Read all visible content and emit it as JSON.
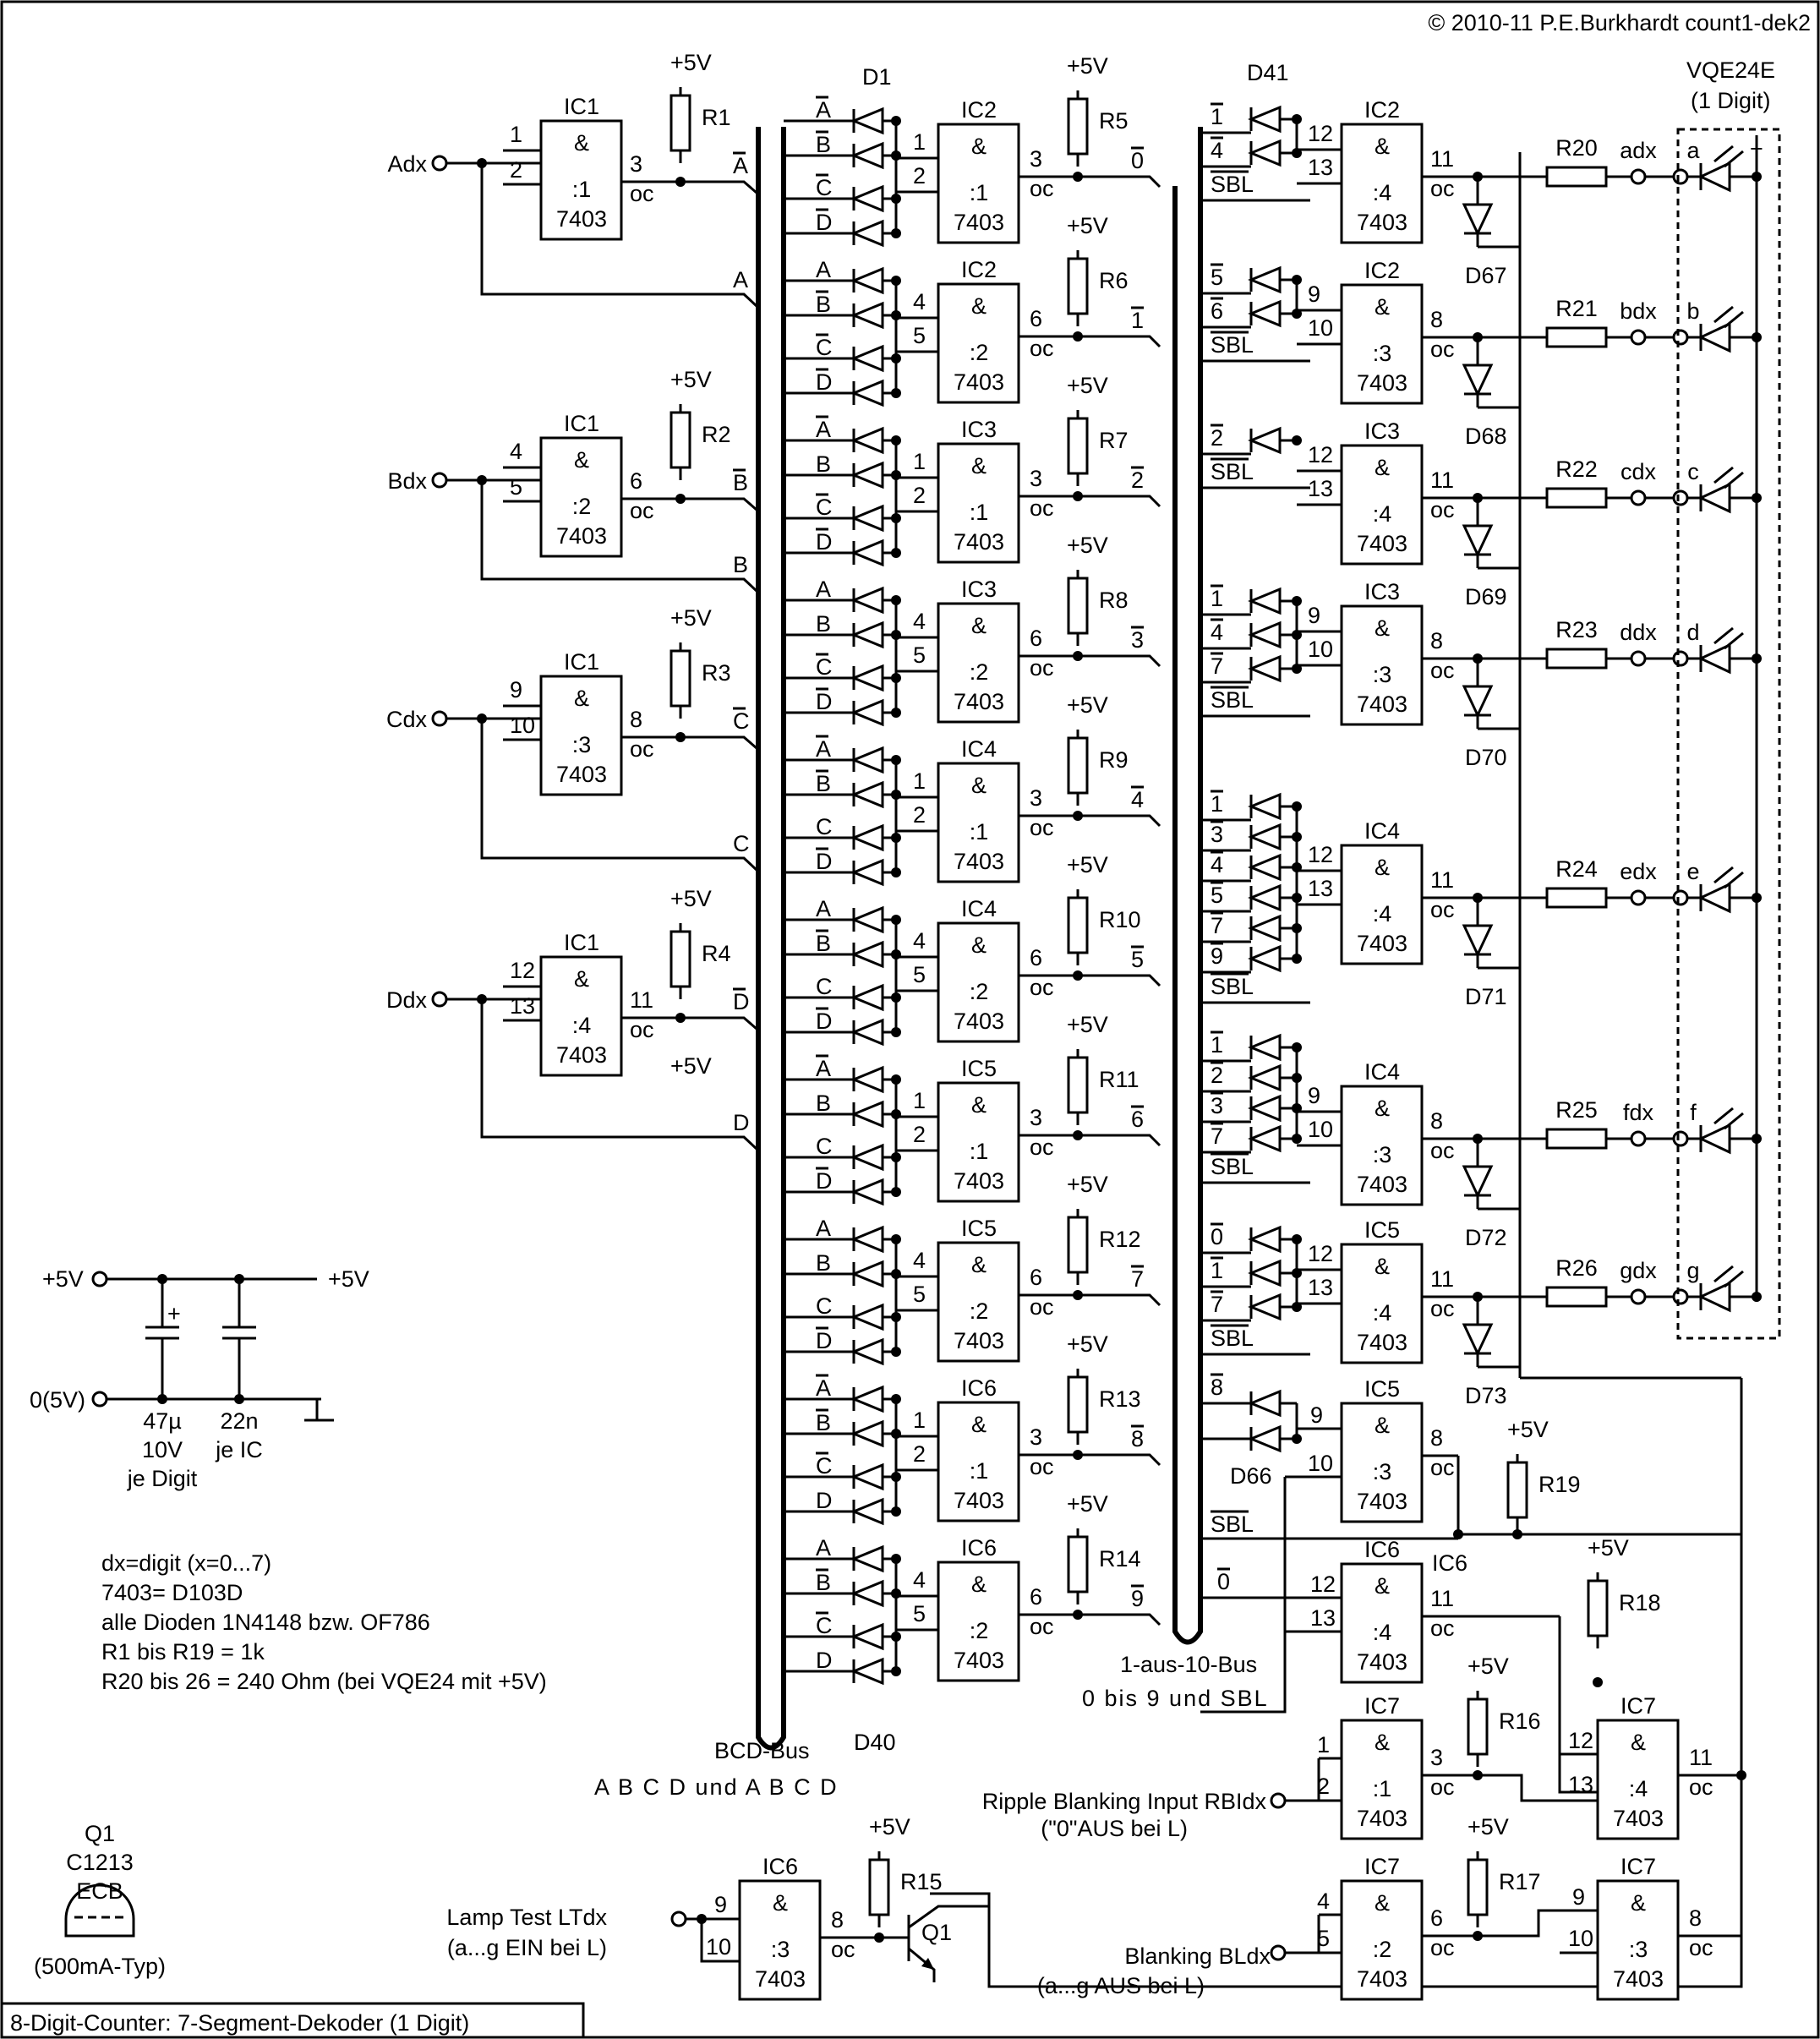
{
  "copyright": "© 2010-11 P.E.Burkhardt count1-dek2",
  "footer_title": "8-Digit-Counter: 7-Segment-Dekoder (1 Digit)",
  "inputs": {
    "adx": "Adx",
    "bdx": "Bdx",
    "cdx": "Cdx",
    "ddx": "Ddx",
    "ripple_blanking": "Ripple Blanking Input RBIdx",
    "ripple_note": "(\"0\"AUS bei L)",
    "lamp_test": "Lamp Test LTdx",
    "lamp_note": "(a...g EIN bei L)",
    "blanking": "Blanking BLdx",
    "blanking_note": "(a...g AUS bei L)"
  },
  "supply": {
    "vcc_left": "+5V",
    "vcc_right": "+5V",
    "gnd": "0(5V)",
    "plus": "+"
  },
  "capacitors": {
    "c1_value": "47µ",
    "c1_voltage": "10V",
    "c1_note": "je Digit",
    "c2_value": "22n",
    "c2_note": "je IC"
  },
  "notes": [
    "dx=digit (x=0...7)",
    "7403= D103D",
    "alle Dioden 1N4148 bzw. OF786",
    "R1 bis R19 = 1k",
    "R20 bis 26 = 240 Ohm (bei VQE24 mit +5V)"
  ],
  "transistor": {
    "name": "Q1",
    "type": "C1213",
    "pinout": "ECB",
    "rating": "(500mA-Typ)"
  },
  "display": {
    "name": "VQE24E",
    "note": "(1 Digit)"
  },
  "buses": {
    "bcd_label": "BCD-Bus",
    "bcd_lines_a": "A B C D  und  A B C D",
    "onehot_label": "1-aus-10-Bus",
    "onehot_lines": "0  bis  9  und  SBL"
  },
  "common": {
    "vcc": "+5V",
    "and": "&",
    "oc": "oc",
    "type": "7403"
  },
  "input_gates": [
    {
      "ic": "IC1",
      "div": ":1",
      "in1": "1",
      "in2": "2",
      "out": "3",
      "res": "R1",
      "bus": "A",
      "neg": "A"
    },
    {
      "ic": "IC1",
      "div": ":2",
      "in1": "4",
      "in2": "5",
      "out": "6",
      "res": "R2",
      "bus": "B",
      "neg": "B"
    },
    {
      "ic": "IC1",
      "div": ":3",
      "in1": "9",
      "in2": "10",
      "out": "8",
      "res": "R3",
      "bus": "C",
      "neg": "C"
    },
    {
      "ic": "IC1",
      "div": ":4",
      "in1": "12",
      "in2": "13",
      "out": "11",
      "res": "R4",
      "bus": "D",
      "neg": "D"
    }
  ],
  "decoder_gates": [
    {
      "ic": "IC2",
      "div": ":1",
      "in1": "1",
      "in2": "2",
      "out": "3",
      "res": "R5",
      "digit": "0",
      "lines": [
        "A",
        "B",
        "C",
        "D"
      ],
      "neg": [
        true,
        true,
        true,
        true
      ]
    },
    {
      "ic": "IC2",
      "div": ":2",
      "in1": "4",
      "in2": "5",
      "out": "6",
      "res": "R6",
      "digit": "1",
      "lines": [
        "A",
        "B",
        "C",
        "D"
      ],
      "neg": [
        false,
        true,
        true,
        true
      ]
    },
    {
      "ic": "IC3",
      "div": ":1",
      "in1": "1",
      "in2": "2",
      "out": "3",
      "res": "R7",
      "digit": "2",
      "lines": [
        "A",
        "B",
        "C",
        "D"
      ],
      "neg": [
        true,
        false,
        true,
        true
      ]
    },
    {
      "ic": "IC3",
      "div": ":2",
      "in1": "4",
      "in2": "5",
      "out": "6",
      "res": "R8",
      "digit": "3",
      "lines": [
        "A",
        "B",
        "C",
        "D"
      ],
      "neg": [
        false,
        false,
        true,
        true
      ]
    },
    {
      "ic": "IC4",
      "div": ":1",
      "in1": "1",
      "in2": "2",
      "out": "3",
      "res": "R9",
      "digit": "4",
      "lines": [
        "A",
        "B",
        "C",
        "D"
      ],
      "neg": [
        true,
        true,
        false,
        true
      ]
    },
    {
      "ic": "IC4",
      "div": ":2",
      "in1": "4",
      "in2": "5",
      "out": "6",
      "res": "R10",
      "digit": "5",
      "lines": [
        "A",
        "B",
        "C",
        "D"
      ],
      "neg": [
        false,
        true,
        false,
        true
      ]
    },
    {
      "ic": "IC5",
      "div": ":1",
      "in1": "1",
      "in2": "2",
      "out": "3",
      "res": "R11",
      "digit": "6",
      "lines": [
        "A",
        "B",
        "C",
        "D"
      ],
      "neg": [
        true,
        false,
        false,
        true
      ]
    },
    {
      "ic": "IC5",
      "div": ":2",
      "in1": "4",
      "in2": "5",
      "out": "6",
      "res": "R12",
      "digit": "7",
      "lines": [
        "A",
        "B",
        "C",
        "D"
      ],
      "neg": [
        false,
        false,
        false,
        true
      ]
    },
    {
      "ic": "IC6",
      "div": ":1",
      "in1": "1",
      "in2": "2",
      "out": "3",
      "res": "R13",
      "digit": "8",
      "lines": [
        "A",
        "B",
        "C",
        "D"
      ],
      "neg": [
        true,
        true,
        true,
        false
      ]
    },
    {
      "ic": "IC6",
      "div": ":2",
      "in1": "4",
      "in2": "5",
      "out": "6",
      "res": "R14",
      "digit": "9",
      "lines": [
        "A",
        "B",
        "C",
        "D"
      ],
      "neg": [
        false,
        true,
        true,
        false
      ]
    }
  ],
  "decoder_diodes": {
    "first": "D1",
    "last": "D40"
  },
  "segment_gates": [
    {
      "ic": "IC2",
      "div": ":4",
      "in1": "12",
      "in2": "13",
      "out": "11",
      "res": "R20",
      "net": "adx",
      "seg": "a",
      "diode": "D67",
      "inputs": [
        "1",
        "4",
        "SBL"
      ]
    },
    {
      "ic": "IC2",
      "div": ":3",
      "in1": "9",
      "in2": "10",
      "out": "8",
      "res": "R21",
      "net": "bdx",
      "seg": "b",
      "diode": "D68",
      "inputs": [
        "5",
        "6",
        "SBL"
      ]
    },
    {
      "ic": "IC3",
      "div": ":4",
      "in1": "12",
      "in2": "13",
      "out": "11",
      "res": "R22",
      "net": "cdx",
      "seg": "c",
      "diode": "D69",
      "inputs": [
        "2",
        "SBL"
      ]
    },
    {
      "ic": "IC3",
      "div": ":3",
      "in1": "9",
      "in2": "10",
      "out": "8",
      "res": "R23",
      "net": "ddx",
      "seg": "d",
      "diode": "D70",
      "inputs": [
        "1",
        "4",
        "7",
        "SBL"
      ]
    },
    {
      "ic": "IC4",
      "div": ":4",
      "in1": "12",
      "in2": "13",
      "out": "11",
      "res": "R24",
      "net": "edx",
      "seg": "e",
      "diode": "D71",
      "inputs": [
        "1",
        "3",
        "4",
        "5",
        "7",
        "9",
        "SBL"
      ]
    },
    {
      "ic": "IC4",
      "div": ":3",
      "in1": "9",
      "in2": "10",
      "out": "8",
      "res": "R25",
      "net": "fdx",
      "seg": "f",
      "diode": "D72",
      "inputs": [
        "1",
        "2",
        "3",
        "7",
        "SBL"
      ]
    },
    {
      "ic": "IC5",
      "div": ":4",
      "in1": "12",
      "in2": "13",
      "out": "11",
      "res": "R26",
      "net": "gdx",
      "seg": "g",
      "diode": "D73",
      "inputs": [
        "0",
        "1",
        "7",
        "SBL"
      ]
    }
  ],
  "segment_diodes": {
    "first": "D41",
    "last": "D66"
  },
  "sbl_gate": {
    "ic": "IC5",
    "div": ":3",
    "in1": "9",
    "in2": "10",
    "out": "8",
    "res": "R19",
    "inputs": [
      "8"
    ],
    "label": "SBL"
  },
  "zero_gate": {
    "ic": "IC6",
    "div": ":4",
    "in1": "12",
    "in2": "13",
    "out": "11",
    "res": "R18",
    "input": "0"
  },
  "rbi_gate": {
    "ic": "IC7",
    "div": ":1",
    "in1": "1",
    "in2": "2",
    "out": "3",
    "res": "R16"
  },
  "bl_gate": {
    "ic": "IC7",
    "div": ":2",
    "in1": "4",
    "in2": "5",
    "out": "6",
    "res": "R17"
  },
  "rb_out_gate": {
    "ic": "IC7",
    "div": ":4",
    "in1": "12",
    "in2": "13",
    "out": "11"
  },
  "bl_out_gate": {
    "ic": "IC7",
    "div": ":3",
    "in1": "9",
    "in2": "10",
    "out": "8"
  },
  "lt_gate": {
    "ic": "IC6",
    "div": ":3",
    "in1": "9",
    "in2": "10",
    "out": "8",
    "res": "R15",
    "q": "Q1"
  }
}
